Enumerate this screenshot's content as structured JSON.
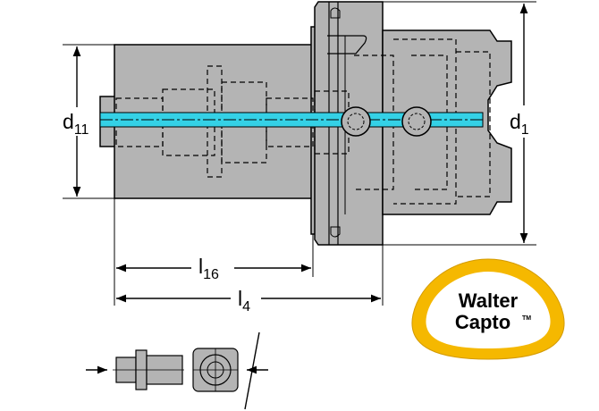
{
  "dimensions": {
    "d11": {
      "base": "d",
      "sub": "11"
    },
    "d1": {
      "base": "d",
      "sub": "1"
    },
    "l16": {
      "base": "l",
      "sub": "16"
    },
    "l4": {
      "base": "l",
      "sub": "4"
    }
  },
  "logo": {
    "line1": "Walter",
    "line2": "Capto",
    "tm": "TM",
    "ring_color": "#f5b800"
  },
  "colors": {
    "body_fill": "#b4b4b4",
    "body_outline": "#000000",
    "hidden_lines": "#000000",
    "coolant": "#34d1e6"
  }
}
